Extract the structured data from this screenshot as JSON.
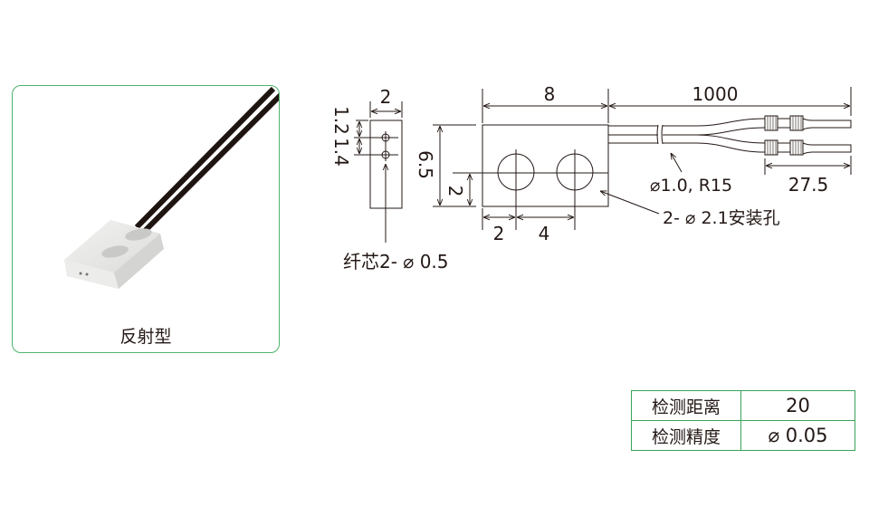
{
  "product_card": {
    "label": "反射型",
    "cable_color": "#1e1410",
    "border_color": "#4fb26e"
  },
  "drawing": {
    "side_view": {
      "width_dim": "2",
      "offset_dim_1": "1.2",
      "offset_dim_2": "1.4",
      "fiber_core_label": "纤芯2- ⌀ 0.5"
    },
    "front_view": {
      "length_dim": "8",
      "height_dim": "6.5",
      "center_height_dim": "2",
      "hole_offset_dim": "2",
      "hole_pitch_dim": "4",
      "mount_hole_label": "2- ⌀ 2.1安装孔"
    },
    "cable": {
      "length_dim": "1000",
      "spec_label": "⌀1.0,  R15",
      "connector_dim": "27.5"
    }
  },
  "spec_table": {
    "rows": [
      {
        "key": "检测距离",
        "value": "20"
      },
      {
        "key": "检测精度",
        "value": "⌀ 0.05"
      }
    ],
    "border_color": "#3aa35a"
  }
}
